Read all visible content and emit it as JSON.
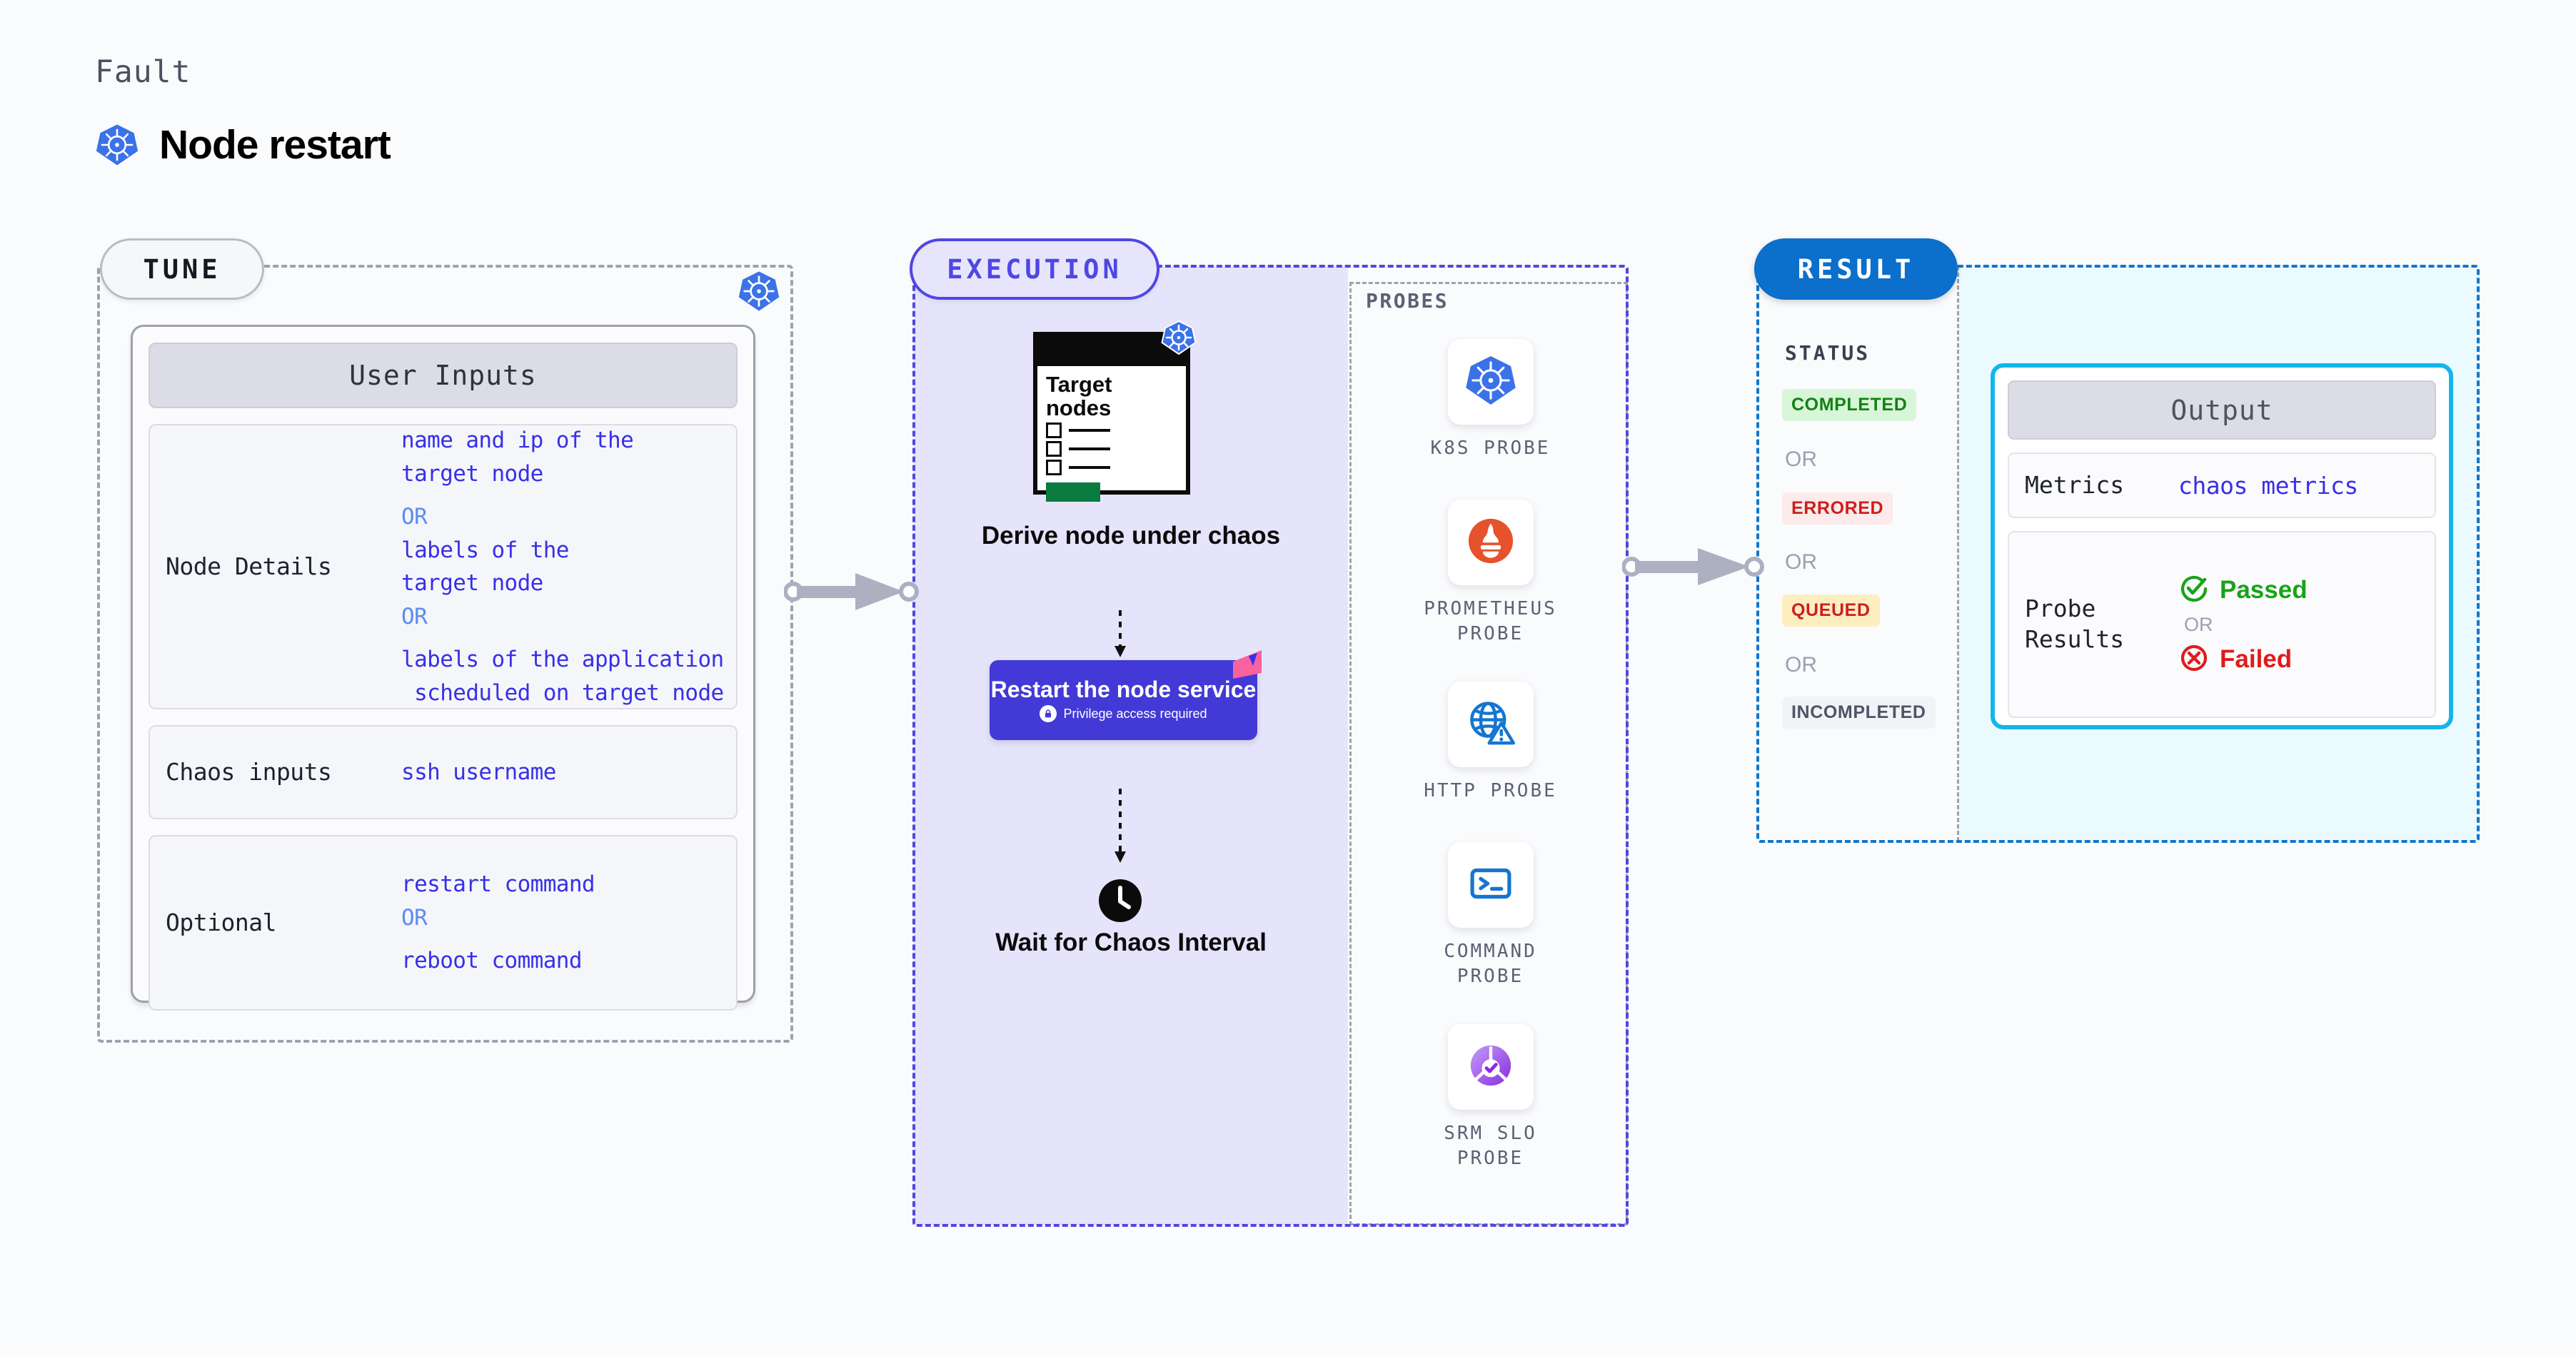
{
  "header": {
    "eyebrow": "Fault",
    "title": "Node restart",
    "icon": "kubernetes-icon"
  },
  "sections": {
    "tune": {
      "chip": "TUNE"
    },
    "execution": {
      "chip": "EXECUTION"
    },
    "result": {
      "chip": "RESULT"
    }
  },
  "tune": {
    "card_title": "User Inputs",
    "rows": [
      {
        "label": "Node Details",
        "values": [
          "name and ip of the",
          "target node",
          "OR",
          "labels of the",
          "target node",
          "OR",
          "",
          "labels of the application",
          " scheduled on target node"
        ],
        "v1": "name and ip of the",
        "v2": "target node",
        "or1": "OR",
        "v3": "labels of the",
        "v4": "target node",
        "or2": "OR",
        "v5": "labels of the application",
        "v6": " scheduled on target node"
      },
      {
        "label": "Chaos inputs",
        "v1": "ssh username"
      },
      {
        "label": "Optional",
        "v1": "restart command",
        "or1": "OR",
        "v2": "reboot command"
      }
    ]
  },
  "execution": {
    "target_card": {
      "title_line1": "Target",
      "title_line2": "nodes",
      "icon": "kubernetes-icon"
    },
    "derive_caption": "Derive node under chaos",
    "restart": {
      "title": "Restart the node service",
      "note": "Privilege access required",
      "note_icon": "lock-icon",
      "color": "#4339d6"
    },
    "wait": {
      "caption": "Wait for Chaos Interval",
      "icon": "clock-icon"
    },
    "probes_title": "PROBES",
    "probes": [
      {
        "label": "K8S PROBE",
        "icon": "kubernetes-icon"
      },
      {
        "label": "PROMETHEUS PROBE",
        "icon": "prometheus-icon"
      },
      {
        "label": "HTTP PROBE",
        "icon": "globe-warning-icon"
      },
      {
        "label": "COMMAND PROBE",
        "icon": "terminal-icon"
      },
      {
        "label": "SRM SLO PROBE",
        "icon": "srm-slo-icon"
      }
    ]
  },
  "result": {
    "status_title": "STATUS",
    "statuses": [
      {
        "label": "COMPLETED",
        "bg": "#d9f5d9",
        "fg": "#128212"
      },
      {
        "label": "ERRORED",
        "bg": "#fdeaea",
        "fg": "#cc1f1f"
      },
      {
        "label": "QUEUED",
        "bg": "#fdeec0",
        "fg": "#cc1f1f"
      },
      {
        "label": "INCOMPLETED",
        "bg": "#f2f3f7",
        "fg": "#4d5566"
      }
    ],
    "or_label": "OR",
    "output": {
      "title": "Output",
      "metrics_label": "Metrics",
      "metrics_value": "chaos metrics",
      "probe_results_label": "Probe Results",
      "passed": "Passed",
      "failed": "Failed",
      "or_label": "OR",
      "passed_color": "#19a319",
      "failed_color": "#e01b1b",
      "passed_icon": "check-circle-icon",
      "failed_icon": "x-circle-icon"
    }
  },
  "connectors": {
    "arrow1": "arrow-tune-to-execution",
    "arrow2": "arrow-execution-to-result"
  }
}
